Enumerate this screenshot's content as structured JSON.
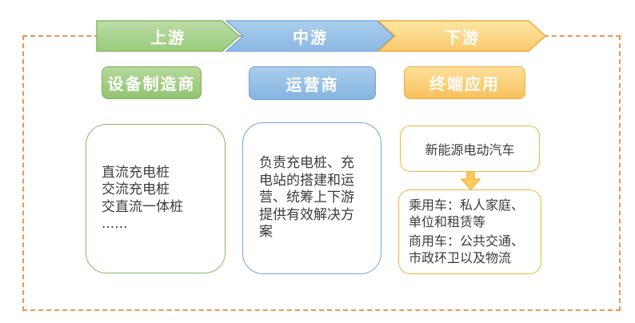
{
  "colors": {
    "upstream_green_fill": "#9ACA7B",
    "upstream_green_border": "#84BB61",
    "midstream_blue_fill": "#8BB8E3",
    "midstream_blue_border": "#71A9DE",
    "downstream_yellow_fill": "#F9C96E",
    "downstream_yellow_border": "#F2AE3D",
    "dashed_frame_orange": "#EE9455",
    "body_text": "#3C3C3C",
    "stage_text": "#FFFFFF"
  },
  "chain": {
    "stages": [
      {
        "stage_label": "上游",
        "role_label": "设备制造商",
        "items": [
          "直流充电桩",
          "交流充电桩",
          "交直流一体桩",
          "......"
        ]
      },
      {
        "stage_label": "中游",
        "role_label": "运营商",
        "description": "负责充电桩、充电站的搭建和运营、统筹上下游提供有效解决方案"
      },
      {
        "stage_label": "下游",
        "role_label": "终端应用",
        "primary_box": "新能源电动汽车",
        "detail_lines": [
          "乘用车：私人家庭、单位和租赁等",
          "商用车：公共交通、市政环卫以及物流"
        ]
      }
    ]
  }
}
